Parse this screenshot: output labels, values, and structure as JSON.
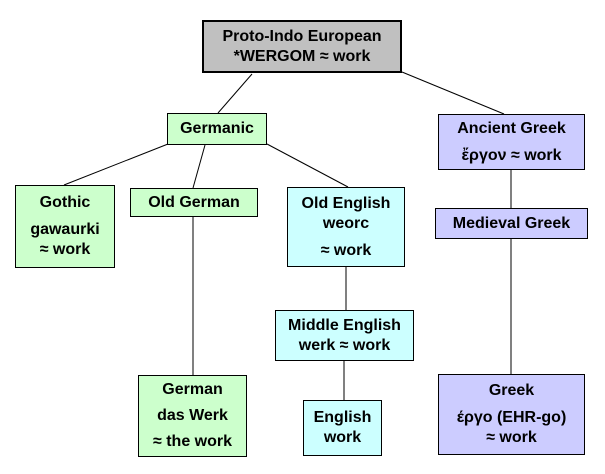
{
  "diagram": {
    "type": "etymology-tree",
    "background": "#FFFFFF",
    "colors": {
      "root_fill": "#C0C0C0",
      "germanic_branch_fill": "#CCFFCC",
      "english_branch_fill": "#CCFFFF",
      "greek_branch_fill": "#CCCCFF",
      "border": "#000000",
      "connector": "#000000",
      "text": "#000000"
    },
    "nodes": {
      "proto": {
        "lines": [
          "Proto-Indo European",
          "*WERGOM ≈ work"
        ]
      },
      "germanic": {
        "lines": [
          "Germanic"
        ]
      },
      "ancient_greek": {
        "lines": [
          "Ancient Greek",
          "ἔργον ≈ work"
        ]
      },
      "gothic": {
        "lines": [
          "Gothic",
          "gawaurki",
          "≈ work"
        ]
      },
      "old_german": {
        "lines": [
          "Old German"
        ]
      },
      "old_english": {
        "lines": [
          "Old English",
          "weorc",
          "≈ work"
        ]
      },
      "medieval_greek": {
        "lines": [
          "Medieval Greek"
        ]
      },
      "middle_english": {
        "lines": [
          "Middle English",
          "werk ≈ work"
        ]
      },
      "german": {
        "lines": [
          "German",
          "das Werk",
          "≈ the work"
        ]
      },
      "english": {
        "lines": [
          "English",
          "work"
        ]
      },
      "greek": {
        "lines": [
          "Greek",
          "έργο (EHR-go)",
          "≈ work"
        ]
      }
    },
    "edges": [
      {
        "from": "proto",
        "to": "germanic"
      },
      {
        "from": "proto",
        "to": "ancient_greek"
      },
      {
        "from": "germanic",
        "to": "gothic"
      },
      {
        "from": "germanic",
        "to": "old_german"
      },
      {
        "from": "germanic",
        "to": "old_english"
      },
      {
        "from": "old_german",
        "to": "german"
      },
      {
        "from": "old_english",
        "to": "middle_english"
      },
      {
        "from": "middle_english",
        "to": "english"
      },
      {
        "from": "ancient_greek",
        "to": "medieval_greek"
      },
      {
        "from": "medieval_greek",
        "to": "greek"
      }
    ]
  }
}
